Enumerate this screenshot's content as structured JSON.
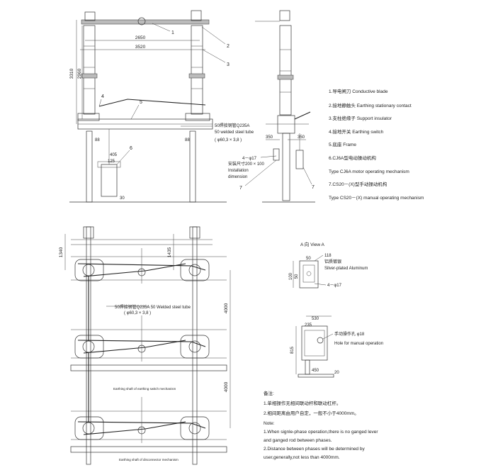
{
  "dimensions": {
    "d2650": "2650",
    "d3520": "3520",
    "d3310": "3310",
    "d2960": "2960",
    "d350_a": "350",
    "d350_b": "350",
    "d405": "405",
    "d125": "125",
    "d30": "30",
    "d88_a": "88",
    "d88_b": "88",
    "d1340": "1340",
    "d1435": "1435",
    "d4000_a": "4000",
    "d4000_b": "4000",
    "d118": "118",
    "d100": "100",
    "d50_a": "50",
    "d50_b": "50",
    "d4phi17_a": "4－φ17",
    "d4phi17_b": "4－φ17",
    "d530": "530",
    "d235": "235",
    "d815": "815",
    "d450": "450",
    "d20": "20"
  },
  "callouts": [
    "1",
    "2",
    "3",
    "4",
    "5",
    "6",
    "7",
    "7"
  ],
  "view_label": "A",
  "annotations": {
    "tube_cn": "50焊接钢管Q235A",
    "tube_en": "50 welded steel tube",
    "tube_dia": "( φ60,3 × 3,8 )",
    "install_cn": "安装尺寸200 × 100",
    "install_en1": "Installation",
    "install_en2": "dimension",
    "tube2_cn": "50焊接钢管Q235A 50 Welded steel tube",
    "tube2_dia": "( φ60,3 × 3,8 )",
    "shaft_small": "Earthing shaft of earthing switch mechanism",
    "shaft_small2": "Earthing shaft of disconnector mechanism",
    "view_a": "A 向 View A",
    "silver_cn": "铝质镀银",
    "silver_en": "Silver-plated Aluminum",
    "hole_cn": "手动操作孔 φ18",
    "hole_en": "Hole for manual operation"
  },
  "legend": [
    "1.导电闸刀 Conductive blade",
    "2.接地静触头 Earthing stationary contact",
    "3.支柱绝缘子 Support insulator",
    "4.接地开关 Earthing switch",
    "5.底座 Frame",
    "6.CJ6A型电动操动机构",
    "Type CJ6A motor operating mechanism",
    "7.CS20－(X)型手动操动机构",
    "Type CS20－(X) manual operating mechanism"
  ],
  "notes": [
    "备注:",
    "1.单相操作无相间联动杆和联动杠杆。",
    "2.相间距离由用户自定，一般不小于4000mm。",
    "Note:",
    "1.When signle-phase operation,there is no ganged lever",
    "and ganged rod between phases.",
    "2.Distance between phases will be determined by",
    "user,generally,not less than 4000mm."
  ]
}
